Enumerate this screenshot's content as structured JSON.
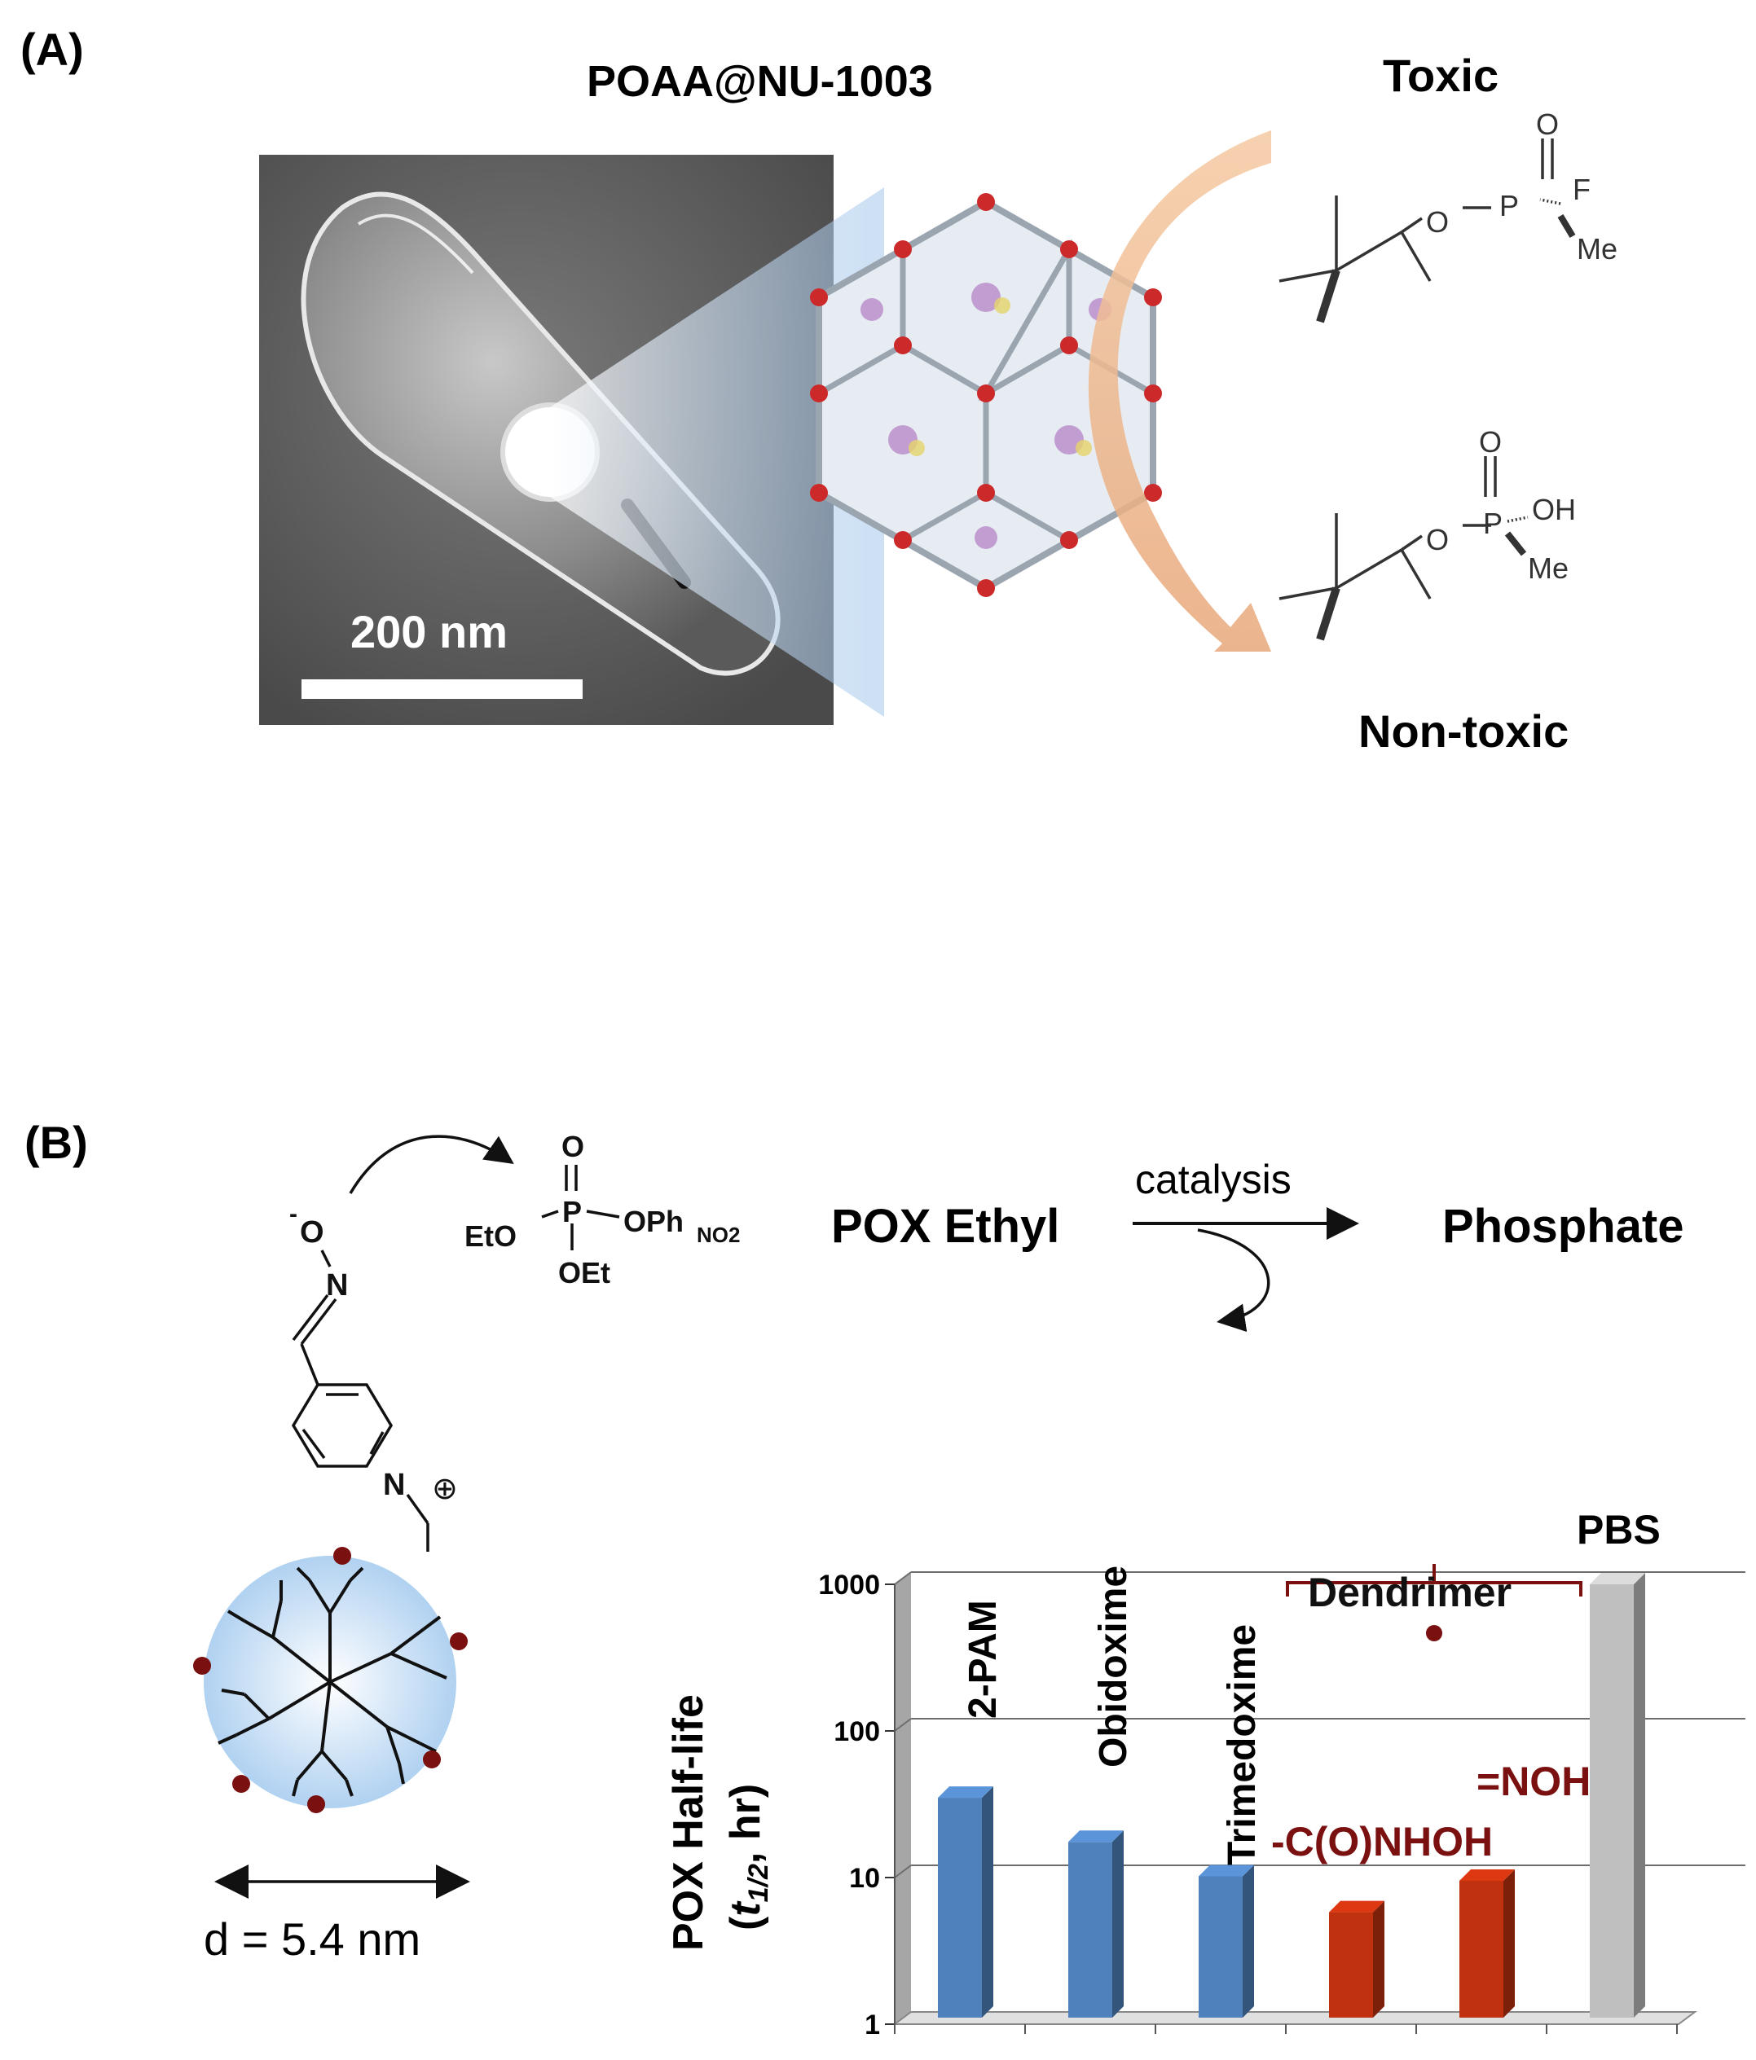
{
  "panel_a": {
    "label": "(A)",
    "title": "POAA@NU-1003",
    "scale_bar": "200 nm",
    "toxic_label": "Toxic",
    "nontoxic_label": "Non-toxic",
    "toxic_molecule": {
      "o_top": "O",
      "o_link": "O",
      "p": "P",
      "f": "F",
      "me": "Me"
    },
    "nontoxic_molecule": {
      "o_top": "O",
      "o_link": "O",
      "p": "P",
      "oh": "OH",
      "me": "Me"
    }
  },
  "panel_b": {
    "label": "(B)",
    "oxime": {
      "o_minus": "O",
      "minus": "-",
      "n": "N",
      "ring_n": "N",
      "plus": "⊕"
    },
    "substrate": {
      "o_top": "O",
      "p": "P",
      "eto": "EtO",
      "oph": "OPh",
      "oph_sub": "NO2",
      "oet": "OEt"
    },
    "pox_label": "POX Ethyl",
    "catalysis_label": "catalysis",
    "product_label": "Phosphate",
    "diameter_label": "d = 5.4 nm",
    "dendrimer_label": "Dendrimer",
    "hydroxamic_label": "-C(O)NHOH",
    "oxime_label": "=NOH"
  },
  "chart_data": {
    "type": "bar",
    "yscale": "log",
    "ylim": [
      1,
      1000
    ],
    "yticks": [
      "1",
      "10",
      "100",
      "1000"
    ],
    "ylabel_line1": "POX Half-life",
    "ylabel_t": "t",
    "ylabel_sub": "1/2",
    "ylabel_unit": ", hr)",
    "categories": [
      "2-PAM",
      "Obidoxime",
      "Trimedoxime",
      "-C(O)NHOH",
      "=NOH",
      "PBS"
    ],
    "values": [
      35,
      17.5,
      10.2,
      5.8,
      9.5,
      1000
    ],
    "colors": [
      "#4f81bd",
      "#4f81bd",
      "#4f81bd",
      "#c0310f",
      "#c0310f",
      "#bfbfbf"
    ],
    "grid": true
  },
  "colors": {
    "bar_blue": "#4f81bd",
    "bar_red": "#c0310f",
    "bar_gray": "#bfbfbf",
    "dark_red": "#7a1010",
    "arrow_orange": "#f0b98a",
    "dendrimer_blue": "#a9cdef"
  }
}
